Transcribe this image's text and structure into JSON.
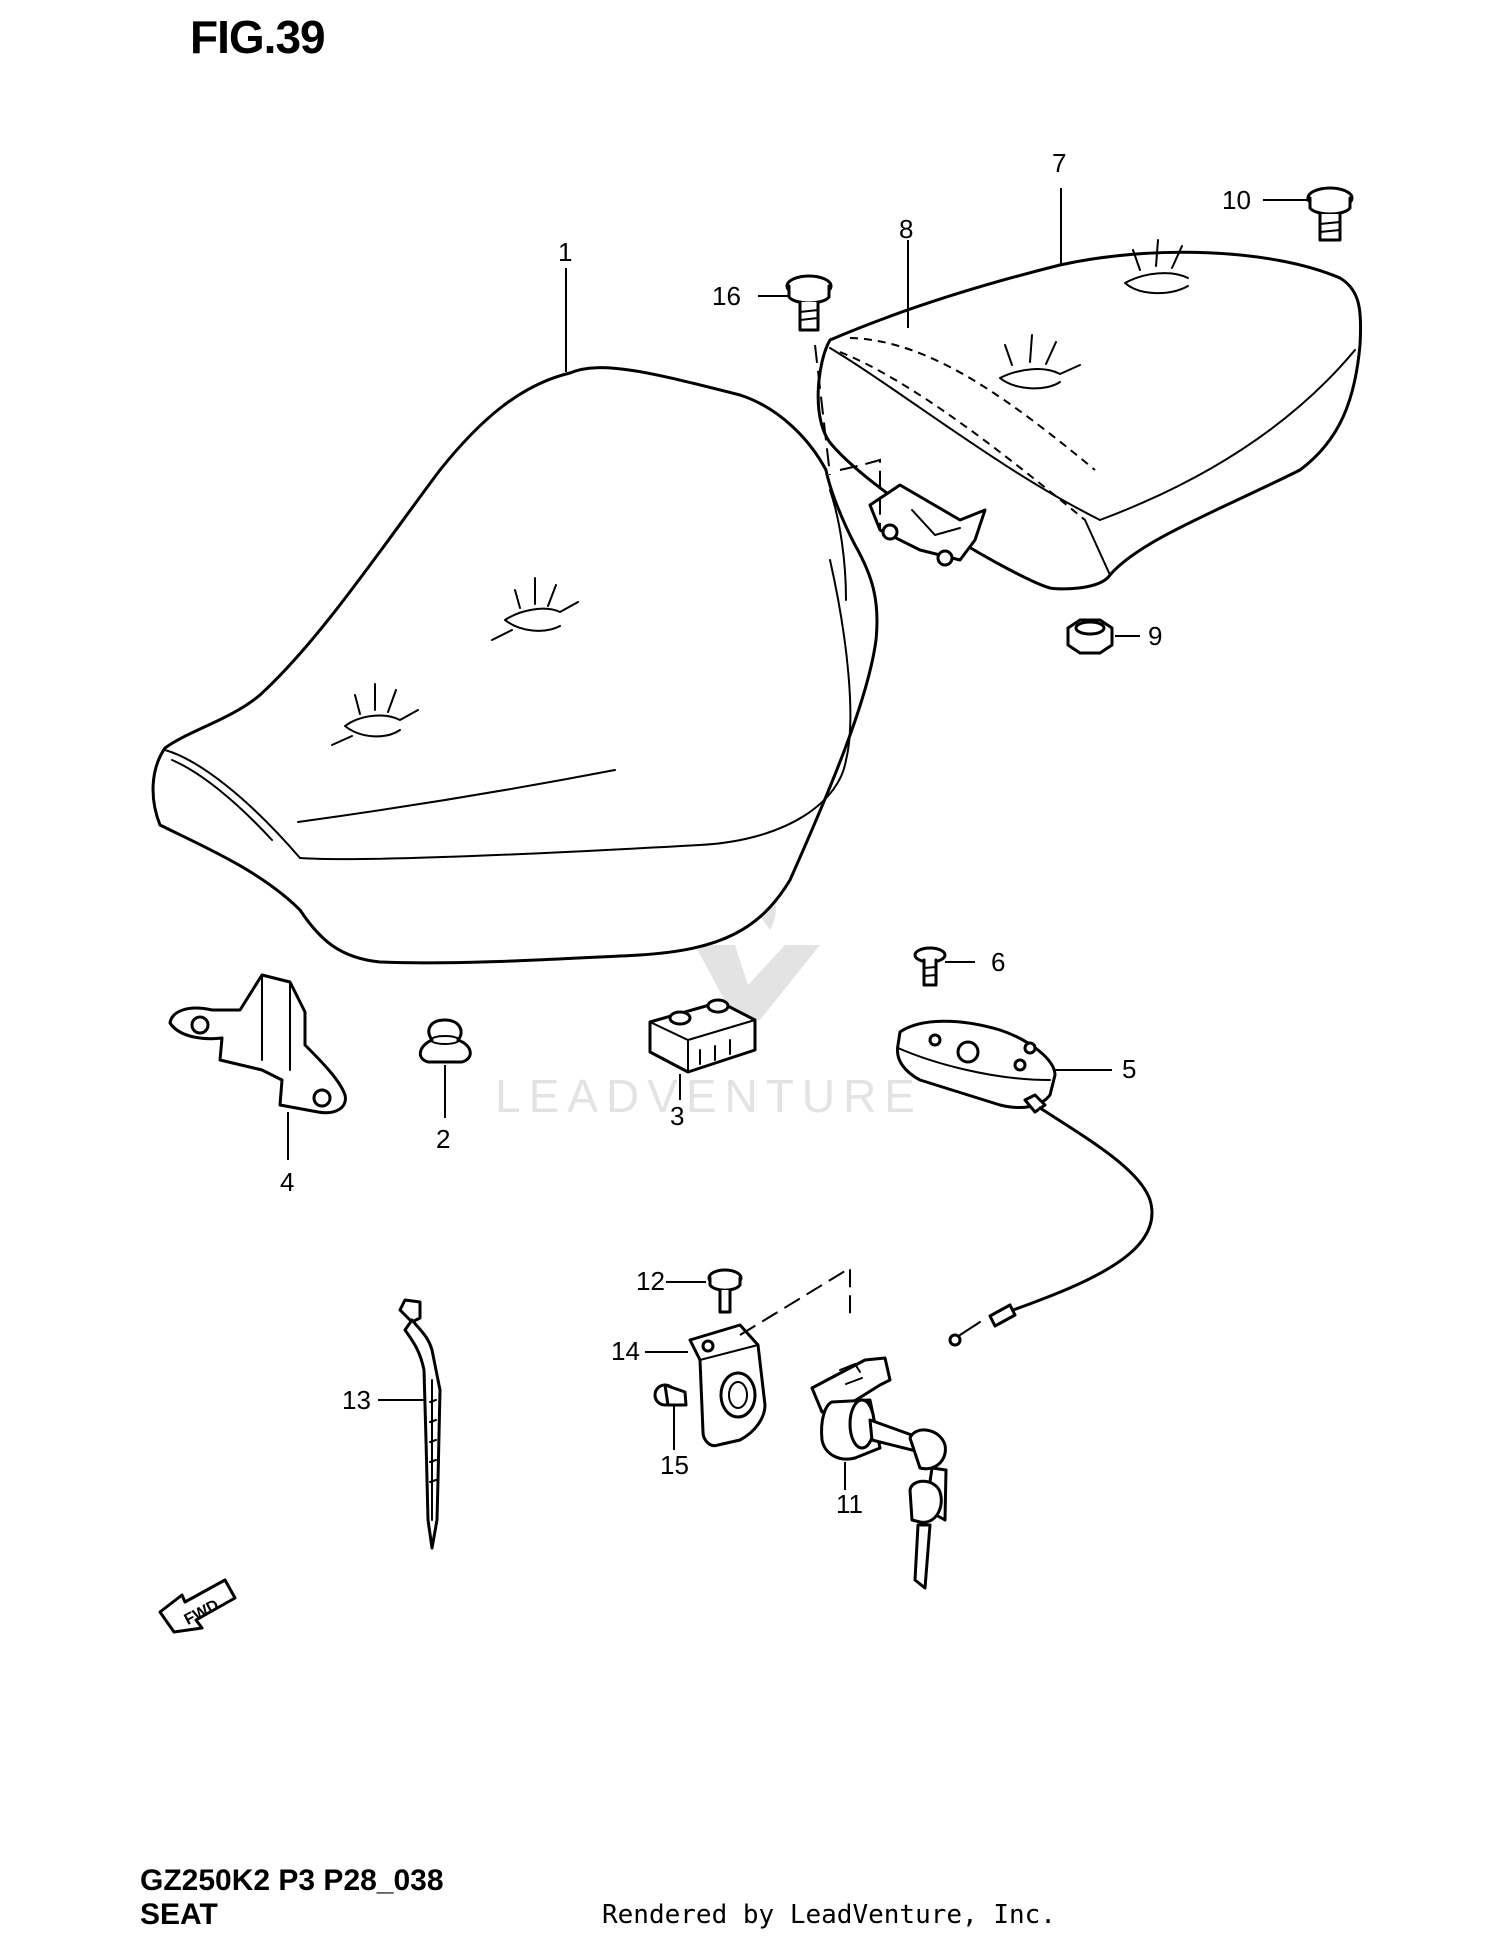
{
  "figure": {
    "title": "FIG.39"
  },
  "watermark": {
    "text": "LEADVENTURE"
  },
  "fwd_arrow": {
    "label": "FWD"
  },
  "callouts": [
    {
      "id": "1",
      "label": "1"
    },
    {
      "id": "2",
      "label": "2"
    },
    {
      "id": "3",
      "label": "3"
    },
    {
      "id": "4",
      "label": "4"
    },
    {
      "id": "5",
      "label": "5"
    },
    {
      "id": "6",
      "label": "6"
    },
    {
      "id": "7",
      "label": "7"
    },
    {
      "id": "8",
      "label": "8"
    },
    {
      "id": "9",
      "label": "9"
    },
    {
      "id": "10",
      "label": "10"
    },
    {
      "id": "11",
      "label": "11"
    },
    {
      "id": "12",
      "label": "12"
    },
    {
      "id": "13",
      "label": "13"
    },
    {
      "id": "14",
      "label": "14"
    },
    {
      "id": "15",
      "label": "15"
    },
    {
      "id": "16",
      "label": "16"
    }
  ],
  "footer": {
    "model_code": "GZ250K2 P3 P28_038",
    "section_name": "SEAT",
    "rendered_by": "Rendered by LeadVenture, Inc."
  }
}
